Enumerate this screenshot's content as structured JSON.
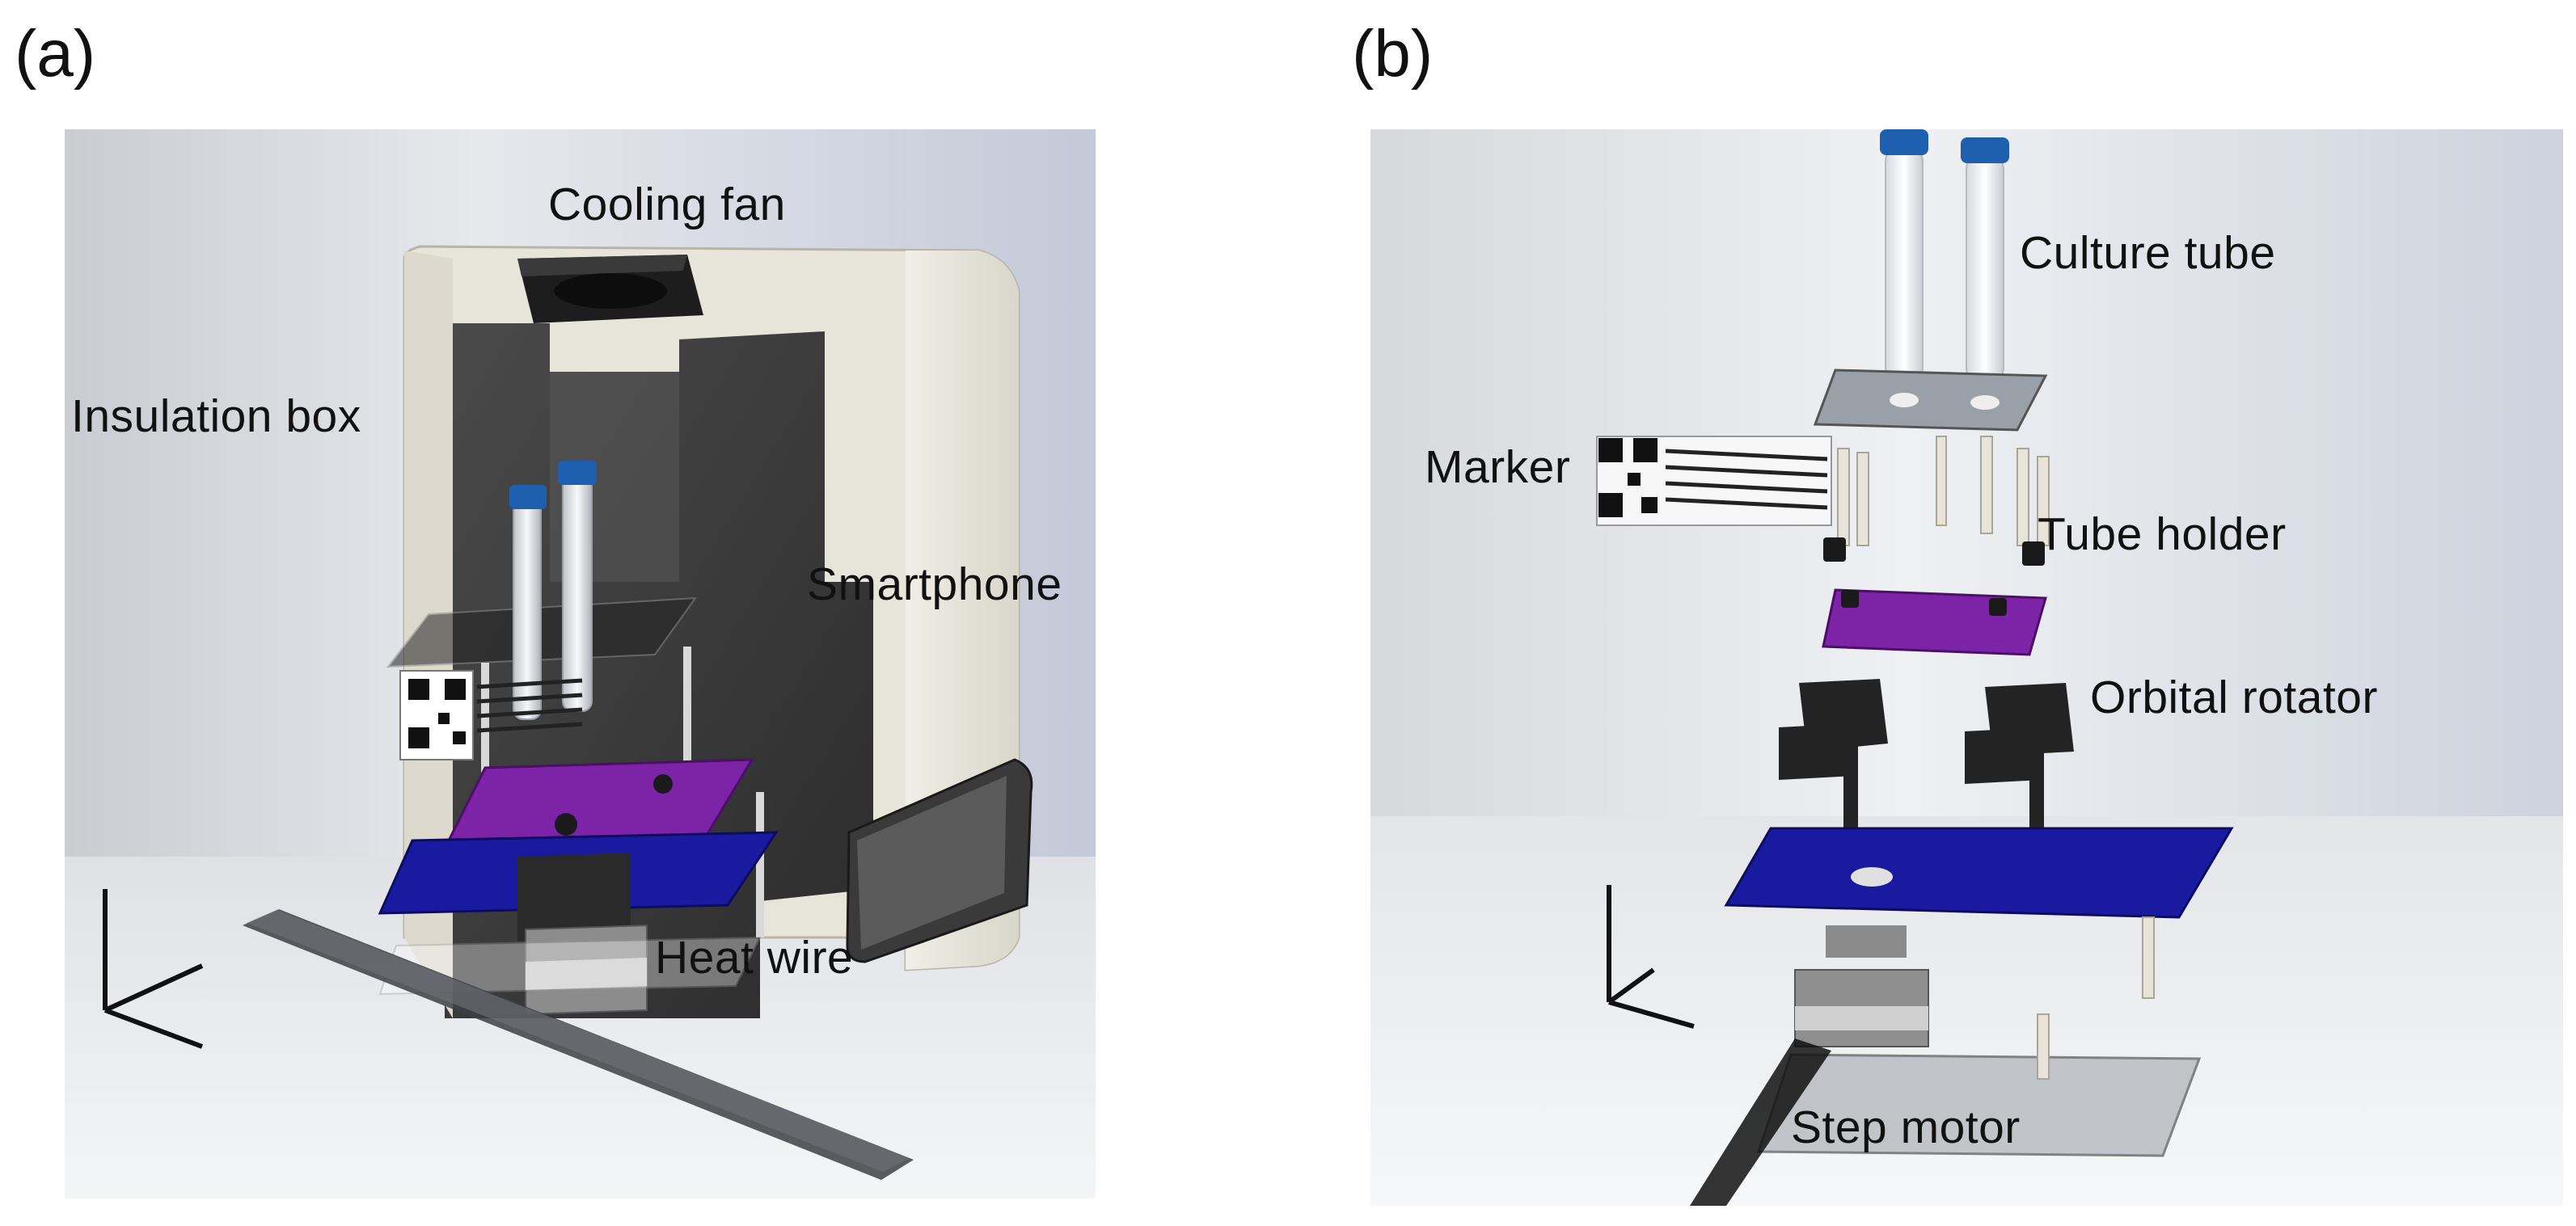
{
  "panel_a": {
    "letter": "(a)",
    "labels": {
      "cooling_fan": "Cooling fan",
      "insulation_box": "Insulation box",
      "smartphone": "Smartphone",
      "heat_wire": "Heat wire"
    }
  },
  "panel_b": {
    "letter": "(b)",
    "labels": {
      "culture_tube": "Culture tube",
      "marker": "Marker",
      "tube_holder": "Tube holder",
      "orbital_rotator": "Orbital rotator",
      "step_motor": "Step motor"
    }
  },
  "colors": {
    "purple_plate": "#7d23a8",
    "blue_plate": "#1a1aa0",
    "tube_cap": "#1e5fb0",
    "foam_box": "#e9e6dc",
    "dark_parts": "#2a2a2a"
  }
}
